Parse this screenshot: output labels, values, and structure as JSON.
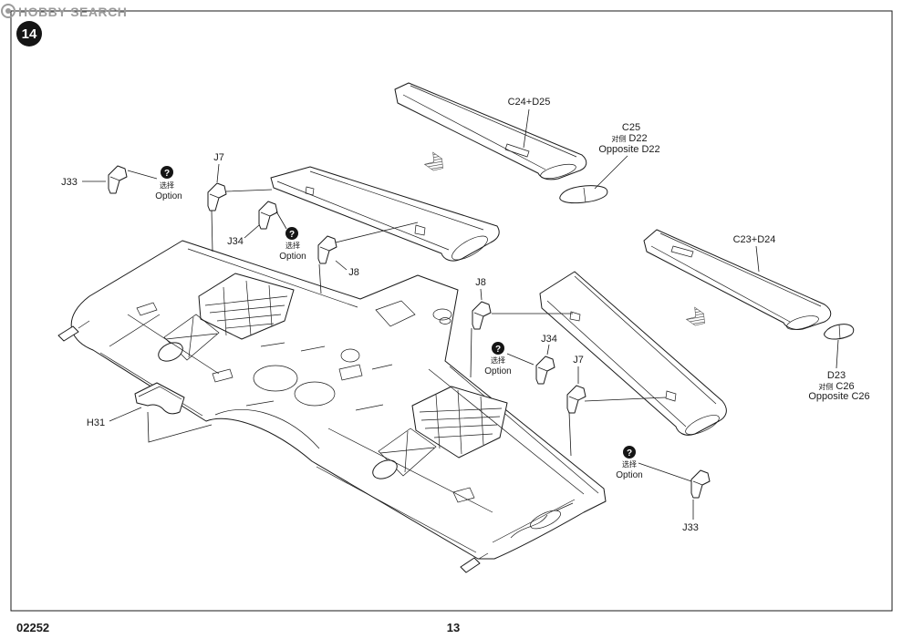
{
  "watermark": {
    "text": "HOBBY SEARCH",
    "icon": "hobby-search-logo-icon"
  },
  "step": {
    "number": "14",
    "icon": "step-badge-icon"
  },
  "option_mark": "?",
  "options": [
    {
      "cn": "选择",
      "en": "Option"
    },
    {
      "cn": "选择",
      "en": "Option"
    },
    {
      "cn": "选择",
      "en": "Option"
    },
    {
      "cn": "选择",
      "en": "Option"
    }
  ],
  "callouts": {
    "c24_d25": "C24+D25",
    "c25": "C25",
    "c25_opposite_cn": "对侧",
    "c25_opposite_part": "D22",
    "c25_opposite_en": "Opposite D22",
    "c23_d24": "C23+D24",
    "d23": "D23",
    "d23_opposite_cn": "对侧",
    "d23_opposite_part": "C26",
    "d23_opposite_en": "Opposite C26",
    "j33_left": "J33",
    "j7_left": "J7",
    "j34_left": "J34",
    "j8_left": "J8",
    "j8_right": "J8",
    "j34_right": "J34",
    "j7_right": "J7",
    "j33_right": "J33",
    "h31": "H31"
  },
  "icons": {
    "option": "question-icon",
    "motion": "motion-arrow-icon"
  },
  "colors": {
    "ink": "#1a1a1a",
    "paper": "#ffffff",
    "watermark": "#9b9b9b",
    "badge": "#151515"
  },
  "footer": {
    "product_code": "02252",
    "page_number": "13"
  }
}
